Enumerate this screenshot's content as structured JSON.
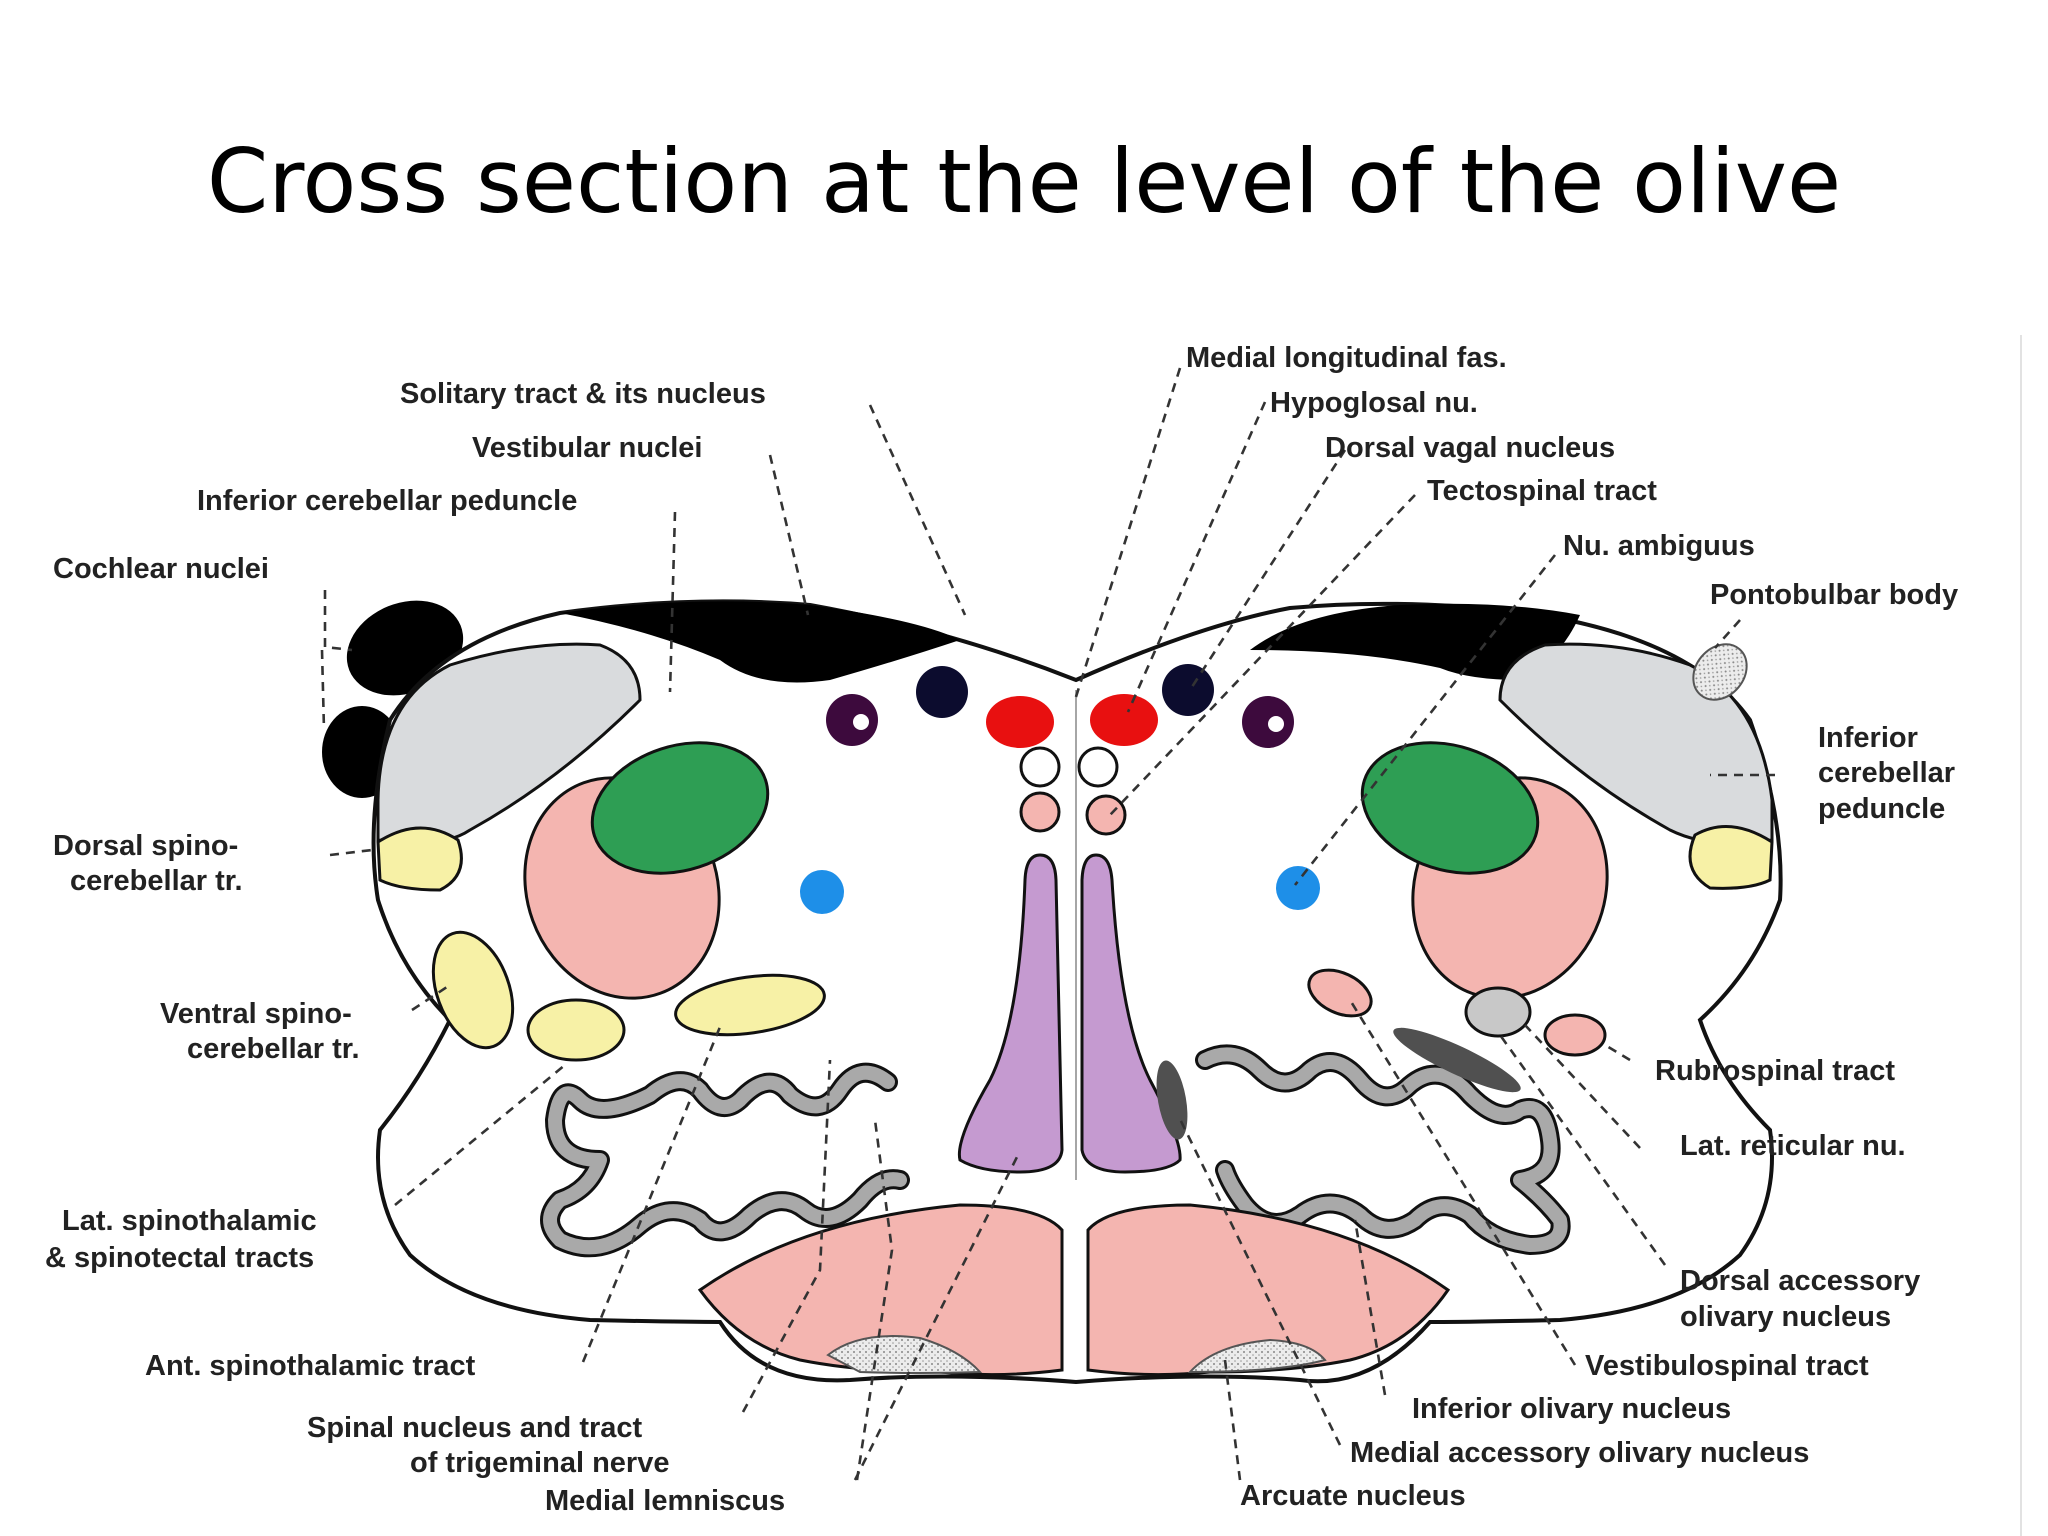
{
  "title": "Cross section at the level of the olive",
  "labels": {
    "medial_longitudinal_fas": "Medial longitudinal fas.",
    "solitary_tract": "Solitary tract & its nucleus",
    "hypoglossal_nu": "Hypoglosal nu.",
    "vestibular_nuclei": "Vestibular nuclei",
    "dorsal_vagal_nucleus": "Dorsal vagal nucleus",
    "inferior_cerebellar_peduncle_left": "Inferior cerebellar peduncle",
    "tectospinal_tract": "Tectospinal tract",
    "cochlear_nuclei": "Cochlear nuclei",
    "nu_ambiguus": "Nu. ambiguus",
    "pontobulbar_body": "Pontobulbar body",
    "inferior_cerebellar_peduncle_right_1": "Inferior",
    "inferior_cerebellar_peduncle_right_2": "cerebellar",
    "inferior_cerebellar_peduncle_right_3": "peduncle",
    "dorsal_spinocerebellar_1": "Dorsal spino-",
    "dorsal_spinocerebellar_2": "cerebellar tr.",
    "ventral_spinocerebellar_1": "Ventral spino-",
    "ventral_spinocerebellar_2": "cerebellar tr.",
    "rubrospinal_tract": "Rubrospinal tract",
    "lat_reticular_nu": "Lat. reticular nu.",
    "lat_spinothalamic_1": "Lat. spinothalamic",
    "lat_spinothalamic_2": "& spinotectal tracts",
    "dorsal_accessory_olivary_1": "Dorsal accessory",
    "dorsal_accessory_olivary_2": "olivary nucleus",
    "ant_spinothalamic_tract": "Ant. spinothalamic tract",
    "vestibulospinal_tract": "Vestibulospinal tract",
    "spinal_trigeminal_1": "Spinal nucleus and tract",
    "spinal_trigeminal_2": "of trigeminal nerve",
    "inferior_olivary_nucleus": "Inferior olivary nucleus",
    "medial_accessory_olivary_nucleus": "Medial accessory olivary nucleus",
    "medial_lemniscus": "Medial lemniscus",
    "arcuate_nucleus": "Arcuate nucleus"
  },
  "colors": {
    "dorsal_band": "#000000",
    "inferior_cerebellar_peduncle": "#d9dbdd",
    "spinocerebellar": "#f7f1a6",
    "spinal_trigeminal_nucleus": "#f4b5b0",
    "spinal_trigeminal_tract": "#2e9e54",
    "nu_ambiguus": "#1e8fe8",
    "hypoglossal": "#e81010",
    "dorsal_vagal": "#3d0a3d",
    "solitary": "#0c0c2e",
    "medial_lemniscus": "#c59ad0",
    "pyramid": "#f4b5b0",
    "olive": "#a9a9a9",
    "lat_reticular": "#c8c8c8",
    "vestibulospinal": "#505050"
  }
}
